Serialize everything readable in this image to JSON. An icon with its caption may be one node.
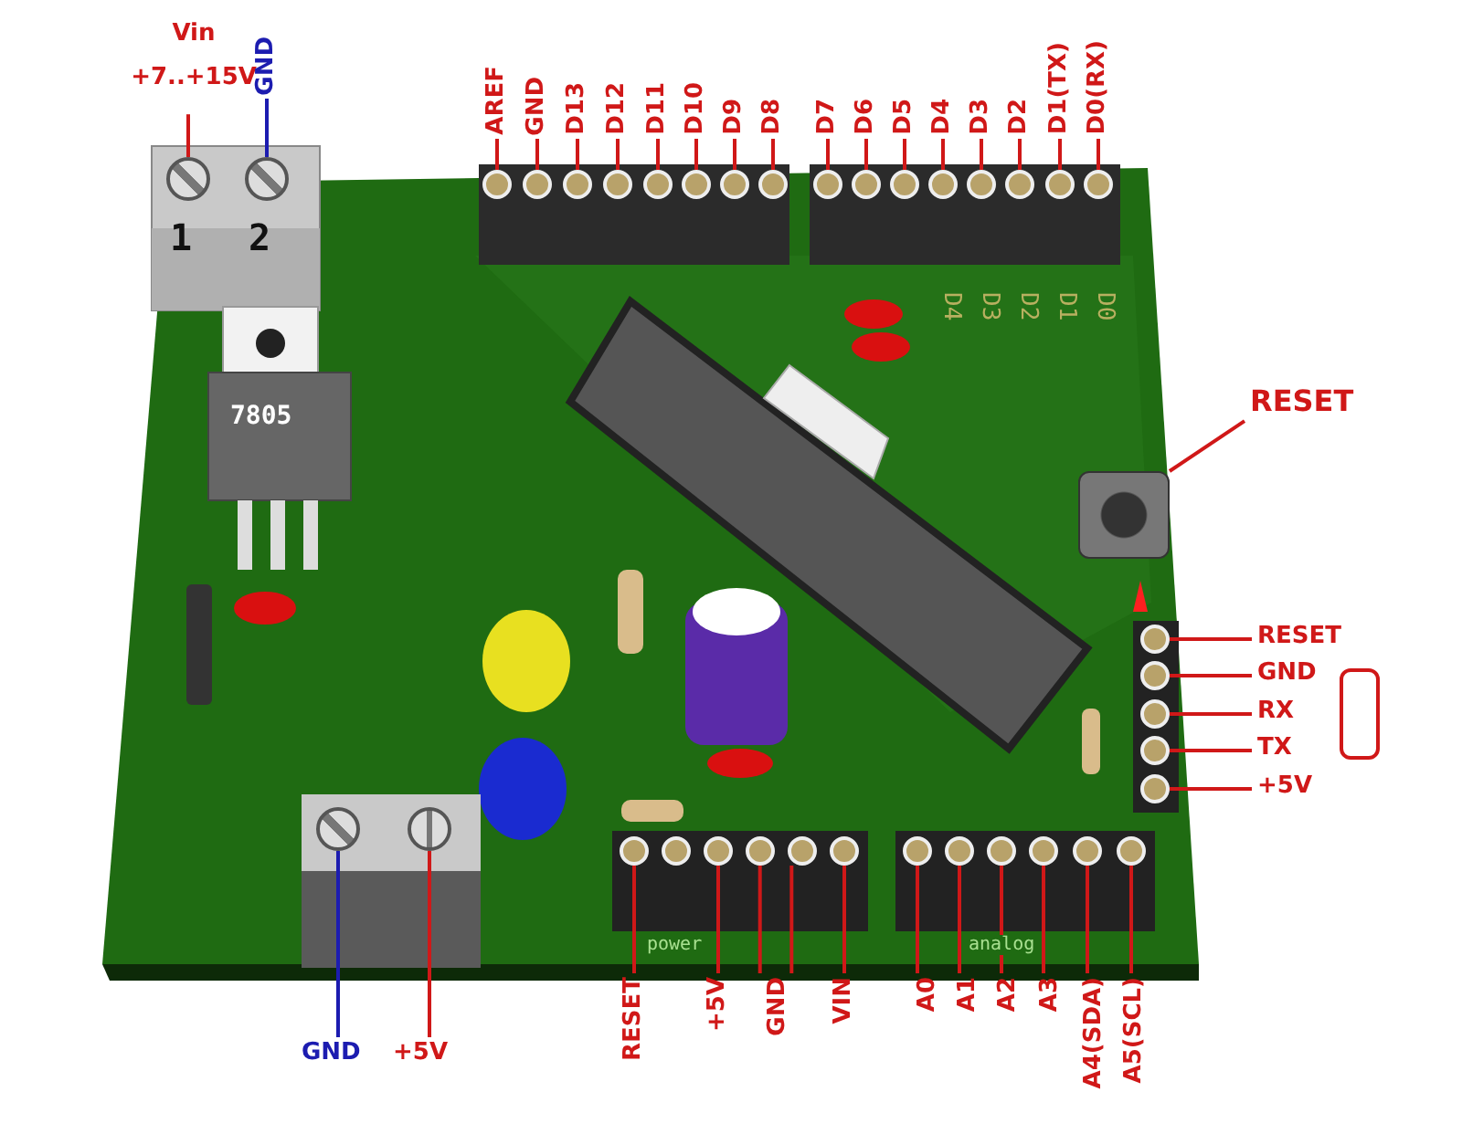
{
  "diagram": {
    "nodes": [
      {
        "text": [
          "Vin",
          "+7..+15V"
        ]
      },
      {
        "text": [
          "GND"
        ]
      },
      {
        "text": [
          "AREF"
        ]
      },
      {
        "text": [
          "GND"
        ]
      },
      {
        "text": [
          "D13"
        ]
      },
      {
        "text": [
          "D12"
        ]
      },
      {
        "text": [
          "D11"
        ]
      },
      {
        "text": [
          "D10"
        ]
      },
      {
        "text": [
          "D9"
        ]
      },
      {
        "text": [
          "D8"
        ]
      },
      {
        "text": [
          "D7"
        ]
      },
      {
        "text": [
          "D6"
        ]
      },
      {
        "text": [
          "D5"
        ]
      },
      {
        "text": [
          "D4"
        ]
      },
      {
        "text": [
          "D3"
        ]
      },
      {
        "text": [
          "D2"
        ]
      },
      {
        "text": [
          "D1(TX)"
        ]
      },
      {
        "text": [
          "D0(RX)"
        ]
      },
      {
        "text": [
          "RESET"
        ]
      },
      {
        "text": [
          "RESET"
        ]
      },
      {
        "text": [
          "GND"
        ]
      },
      {
        "text": [
          "RX"
        ]
      },
      {
        "text": [
          "TX"
        ]
      },
      {
        "text": [
          "+5V"
        ]
      },
      {
        "text": [],
        "shape": "box"
      },
      {
        "text": [
          "GND"
        ]
      },
      {
        "text": [
          "+5V"
        ]
      },
      {
        "text": [
          "RESET"
        ]
      },
      {
        "text": [
          "+5V"
        ]
      },
      {
        "text": [
          "GND"
        ]
      },
      {
        "text": [
          "VIN"
        ]
      },
      {
        "text": [
          "A0"
        ]
      },
      {
        "text": [
          "A1"
        ]
      },
      {
        "text": [
          "A2"
        ]
      },
      {
        "text": [
          "A3"
        ]
      },
      {
        "text": [
          "A4(SDA)"
        ]
      },
      {
        "text": [
          "A5(SCL)"
        ]
      },
      {
        "text": [],
        "shape": "circle"
      },
      {
        "text": [],
        "shape": "circle"
      },
      {
        "text": [],
        "shape": "circle"
      },
      {
        "text": [],
        "shape": "circle"
      },
      {
        "text": [],
        "shape": "circle"
      },
      {
        "text": [],
        "shape": "circle"
      },
      {
        "text": [],
        "shape": "circle"
      },
      {
        "text": [],
        "shape": "circle"
      },
      {
        "text": [],
        "shape": "circle"
      },
      {
        "text": [],
        "shape": "circle"
      },
      {
        "text": [],
        "shape": "circle"
      },
      {
        "text": [],
        "shape": "circle"
      },
      {
        "text": [],
        "shape": "circle"
      },
      {
        "text": [],
        "shape": "circle"
      },
      {
        "text": [],
        "shape": "circle"
      },
      {
        "text": [],
        "shape": "circle"
      },
      {
        "text": [],
        "shape": "circle"
      },
      {
        "text": [],
        "shape": "circle"
      },
      {
        "text": [],
        "shape": "box"
      },
      {
        "text": [],
        "shape": "circle"
      },
      {
        "text": [],
        "shape": "circle"
      },
      {
        "text": [],
        "shape": "circle"
      },
      {
        "text": [],
        "shape": "circle"
      },
      {
        "text": [],
        "shape": "circle"
      },
      {
        "text": [],
        "shape": "circle"
      },
      {
        "text": [],
        "shape": "circle"
      },
      {
        "text": [],
        "shape": "circle"
      },
      {
        "text": [],
        "shape": "circle"
      },
      {
        "text": [],
        "shape": "circle"
      },
      {
        "text": [],
        "shape": "circle"
      },
      {
        "text": [],
        "shape": "circle"
      },
      {
        "text": [],
        "shape": "circle"
      },
      {
        "text": [],
        "shape": "circle"
      },
      {
        "text": [],
        "shape": "circle"
      },
      {
        "text": [],
        "shape": "circle"
      },
      {
        "text": [],
        "shape": "circle"
      },
      {
        "text": [],
        "shape": "circle"
      },
      {
        "text": [],
        "shape": "circle"
      }
    ],
    "edges": [
      {
        "from": 0,
        "to": 37,
        "arrow": "none"
      },
      {
        "from": 1,
        "to": 38,
        "arrow": "none",
        "color": "#1c1cb0"
      },
      {
        "from": 2,
        "to": 39,
        "arrow": "none"
      },
      {
        "from": 3,
        "to": 40,
        "arrow": "none"
      },
      {
        "from": 4,
        "to": 41,
        "arrow": "none"
      },
      {
        "from": 5,
        "to": 42,
        "arrow": "none"
      },
      {
        "from": 6,
        "to": 43,
        "arrow": "none"
      },
      {
        "from": 7,
        "to": 44,
        "arrow": "none"
      },
      {
        "from": 8,
        "to": 45,
        "arrow": "none"
      },
      {
        "from": 9,
        "to": 46,
        "arrow": "none"
      },
      {
        "from": 10,
        "to": 47,
        "arrow": "none"
      },
      {
        "from": 11,
        "to": 48,
        "arrow": "none"
      },
      {
        "from": 12,
        "to": 49,
        "arrow": "none"
      },
      {
        "from": 13,
        "to": 50,
        "arrow": "none"
      },
      {
        "from": 14,
        "to": 51,
        "arrow": "none"
      },
      {
        "from": 15,
        "to": 52,
        "arrow": "none"
      },
      {
        "from": 16,
        "to": 53,
        "arrow": "none"
      },
      {
        "from": 17,
        "to": 54,
        "arrow": "none"
      },
      {
        "from": 18,
        "to": 55,
        "arrow": "none"
      },
      {
        "from": 19,
        "to": 56,
        "arrow": "none"
      },
      {
        "from": 20,
        "to": 57,
        "arrow": "none"
      },
      {
        "from": 21,
        "to": 58,
        "arrow": "none"
      },
      {
        "from": 22,
        "to": 59,
        "arrow": "none"
      },
      {
        "from": 23,
        "to": 60,
        "arrow": "none"
      },
      {
        "from": 25,
        "to": 61,
        "arrow": "none",
        "color": "#1c1cb0"
      },
      {
        "from": 26,
        "to": 62,
        "arrow": "none"
      },
      {
        "from": 27,
        "to": 63,
        "arrow": "none"
      },
      {
        "from": 28,
        "to": 65,
        "arrow": "none"
      },
      {
        "from": 29,
        "to": 66,
        "arrow": "none"
      },
      {
        "from": 29,
        "to": 67,
        "arrow": "none"
      },
      {
        "from": 30,
        "to": 68,
        "arrow": "none"
      },
      {
        "from": 31,
        "to": 69,
        "arrow": "none"
      },
      {
        "from": 32,
        "to": 70,
        "arrow": "none"
      },
      {
        "from": 33,
        "to": 71,
        "arrow": "none"
      },
      {
        "from": 34,
        "to": 72,
        "arrow": "none"
      },
      {
        "from": 35,
        "to": 73,
        "arrow": "none"
      },
      {
        "from": 36,
        "to": 74,
        "arrow": "none"
      }
    ],
    "labels": [
      "1",
      "2",
      "D4",
      "D3",
      "D2",
      "D1",
      "D0",
      "7805",
      "power",
      "analog"
    ]
  }
}
